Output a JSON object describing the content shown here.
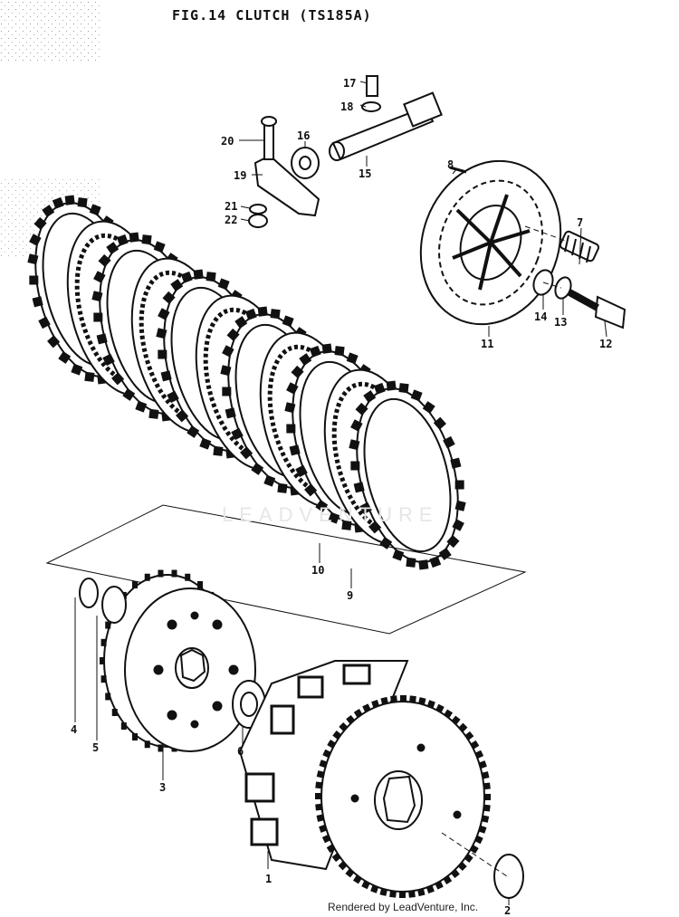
{
  "header": {
    "title": "FIG.14  CLUTCH (TS185A)"
  },
  "footer": {
    "credit": "Rendered by LeadVenture, Inc."
  },
  "watermark": "LEADVENTURE",
  "parts": [
    {
      "num": "1"
    },
    {
      "num": "2"
    },
    {
      "num": "3"
    },
    {
      "num": "4"
    },
    {
      "num": "5"
    },
    {
      "num": "6"
    },
    {
      "num": "7"
    },
    {
      "num": "8"
    },
    {
      "num": "9"
    },
    {
      "num": "10"
    },
    {
      "num": "11"
    },
    {
      "num": "12"
    },
    {
      "num": "13"
    },
    {
      "num": "14"
    },
    {
      "num": "15"
    },
    {
      "num": "16"
    },
    {
      "num": "17"
    },
    {
      "num": "18"
    },
    {
      "num": "19"
    },
    {
      "num": "20"
    },
    {
      "num": "21"
    },
    {
      "num": "22"
    }
  ]
}
